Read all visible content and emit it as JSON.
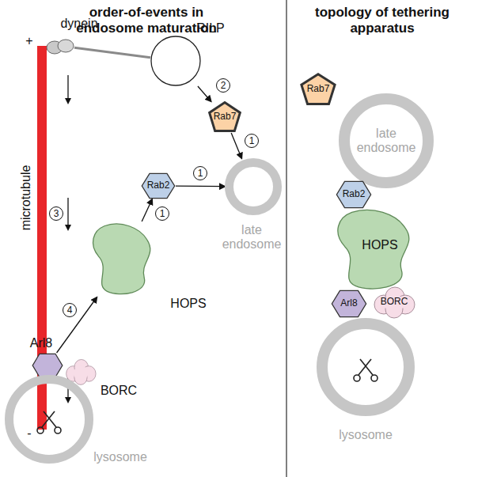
{
  "diagram": {
    "nodes": [
      {
        "text": [
          "microtubule"
        ]
      },
      {
        "text": [
          "dynein"
        ]
      },
      {
        "text": [
          "RILP"
        ]
      },
      {
        "text": [
          "Rab7"
        ]
      },
      {
        "text": [
          "late endosome"
        ]
      },
      {
        "text": [
          "Rab2"
        ]
      },
      {
        "text": [
          "HOPS"
        ]
      },
      {
        "text": [
          "Arl8"
        ]
      },
      {
        "text": [
          "BORC"
        ]
      },
      {
        "text": [
          "lysosome"
        ]
      },
      {
        "text": [
          "Rab7"
        ]
      },
      {
        "text": [
          "late endosome"
        ]
      },
      {
        "text": [
          "Rab2"
        ]
      },
      {
        "text": [
          "HOPS"
        ]
      },
      {
        "text": [
          "Arl8"
        ]
      },
      {
        "text": [
          "BORC"
        ]
      },
      {
        "text": [
          "lysosome"
        ]
      }
    ],
    "edges": [
      {
        "from": 1,
        "to": 2,
        "arrow": "none"
      },
      {
        "from": 2,
        "to": 3,
        "arrow": "to"
      },
      {
        "from": 3,
        "to": 4,
        "arrow": "to"
      },
      {
        "from": 5,
        "to": 4,
        "arrow": "to"
      },
      {
        "from": 6,
        "to": 5,
        "arrow": "to"
      },
      {
        "from": 7,
        "to": 6,
        "arrow": "to"
      }
    ],
    "labels": [
      "order-of-events in endosome maturation",
      "topology of tethering apparatus",
      "+",
      "2",
      "1",
      "1",
      "3",
      "1",
      "4",
      "-"
    ]
  }
}
